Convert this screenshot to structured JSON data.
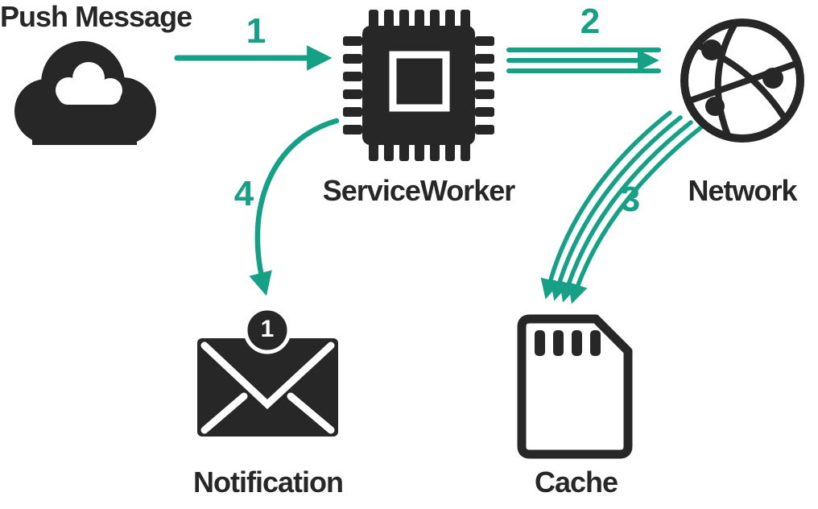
{
  "diagram": {
    "description": "Push message flow through a ServiceWorker",
    "colors": {
      "accent": "#16a085",
      "dark": "#272727",
      "background": "#ffffff"
    }
  },
  "nodes": [
    {
      "id": "push-message",
      "label": "Push Message",
      "icon": "cloud-icon"
    },
    {
      "id": "service-worker",
      "label": "ServiceWorker",
      "icon": "chip-icon"
    },
    {
      "id": "network",
      "label": "Network",
      "icon": "globe-network-icon"
    },
    {
      "id": "notification",
      "label": "Notification",
      "icon": "envelope-icon",
      "badge": "1"
    },
    {
      "id": "cache",
      "label": "Cache",
      "icon": "sd-card-icon"
    }
  ],
  "arrows": [
    {
      "label": "1",
      "from": "push-message",
      "to": "service-worker",
      "style": "single-straight"
    },
    {
      "label": "2",
      "from": "service-worker",
      "to": "network",
      "style": "triple-straight"
    },
    {
      "label": "3",
      "from": "network",
      "to": "cache",
      "style": "quad-curved"
    },
    {
      "label": "4",
      "from": "service-worker",
      "to": "notification",
      "style": "single-curved"
    }
  ]
}
